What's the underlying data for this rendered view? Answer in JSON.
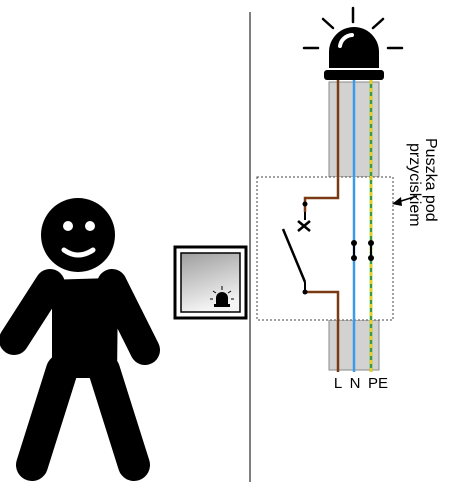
{
  "terminals": {
    "live": "L",
    "neutral": "N",
    "earth": "PE"
  },
  "box_caption": {
    "line1": "Puszka pod",
    "line2": "przyciskiem"
  },
  "colors": {
    "live_wire": "#7a3a14",
    "neutral_wire": "#3c9be6",
    "earth_wire_green": "#3a9a3a",
    "earth_wire_yellow": "#e6d21e",
    "conduit": "#d2d2d2",
    "ink": "#000000",
    "button_face_top": "#9e9e9e",
    "button_face_bottom": "#f2f2f2"
  },
  "icons": [
    "person-icon",
    "beacon-lamp-icon",
    "push-button-icon",
    "lamp-symbol-icon"
  ]
}
